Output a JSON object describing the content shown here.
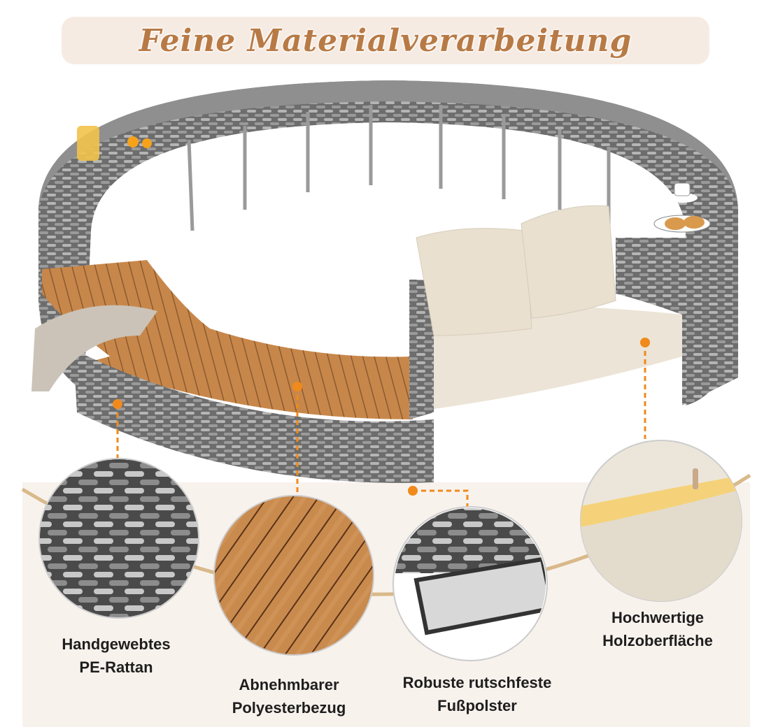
{
  "title": "Feine Materialverarbeitung",
  "features": [
    {
      "icon": "rattan-weave-closeup",
      "line1": "Handgewebtes",
      "line2": "PE-Rattan"
    },
    {
      "icon": "wood-grain-closeup",
      "line1": "Abnehmbarer",
      "line2": "Polyesterbezug"
    },
    {
      "icon": "foot-pad-closeup",
      "line1": "Robuste rutschfeste",
      "line2": "Fußpolster"
    },
    {
      "icon": "cushion-zipper-closeup",
      "line1": "Hochwertige",
      "line2": "Holzoberfläche"
    }
  ],
  "colors": {
    "accent": "#f08a1c",
    "title": "#b87a45",
    "panel": "#f8f2ed",
    "arc": "#d9b98a"
  }
}
